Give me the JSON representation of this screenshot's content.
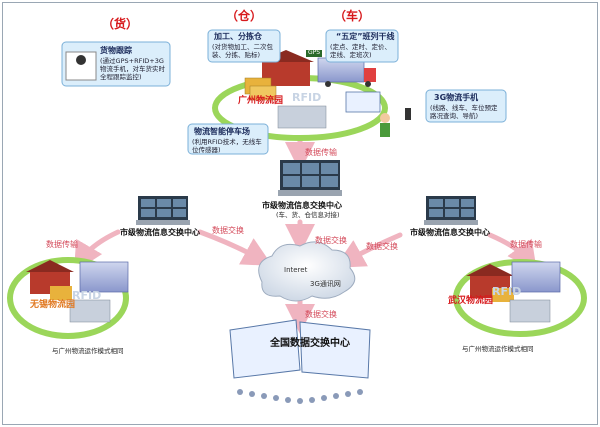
{
  "categories": {
    "goods": "（货）",
    "warehouse": "（仓）",
    "vehicle": "（车）"
  },
  "callouts": {
    "tracking": {
      "title": "货物跟踪",
      "body": "(通过GPS+RFID+3G物流手机，对车货实时全程跟踪监控)"
    },
    "processing": {
      "title": "加工、分拣仓",
      "body": "(对货物加工、二次包装、分拣、贴标)"
    },
    "trunk": {
      "title": "“五定”班列干线",
      "body": "(定点、定时、定价、定线、定班次)"
    },
    "phone": {
      "title": "3G物流手机",
      "body": "(线路、线车、车位预定路况查询、导航)"
    },
    "parking": {
      "title": "物流智能停车场",
      "body": "(利用RFID技术，无线车位传感器)"
    }
  },
  "parks": {
    "guangzhou": "广州物流园",
    "wuxi": "无锡物流园",
    "wuhan": "武汉物流园"
  },
  "badges": {
    "rfid": "RFID",
    "gps": "GPS"
  },
  "hubs": {
    "city_top": {
      "title": "市级物流信息交换中心",
      "subtitle": "(车、货、仓信息对接)"
    },
    "city_left": {
      "title": "市级物流信息交换中心"
    },
    "city_right": {
      "title": "市级物流信息交换中心"
    },
    "national": {
      "title": "全国数据交换中心"
    }
  },
  "network": {
    "internet": "Interet",
    "mobile": "3G通讯网"
  },
  "flow_labels": {
    "transfer_top": "数据传输",
    "transfer_left": "数据传输",
    "transfer_right": "数据传输",
    "exchange_left": "数据交换",
    "exchange_center": "数据交换",
    "exchange_right": "数据交换",
    "exchange_bottom": "数据交换"
  },
  "captions": {
    "left": "与广州物流运作模式相同",
    "right": "与广州物流运作模式相同"
  },
  "colors": {
    "title_red": "#d7191c",
    "arrow_pink": "#f0b4c0",
    "callout_fill": "#dbeefb",
    "warehouse_red": "#b83a2c",
    "goods_yellow": "#e8b23c",
    "grass_green": "#9bd65a",
    "wuxi_orange": "#e07820"
  }
}
